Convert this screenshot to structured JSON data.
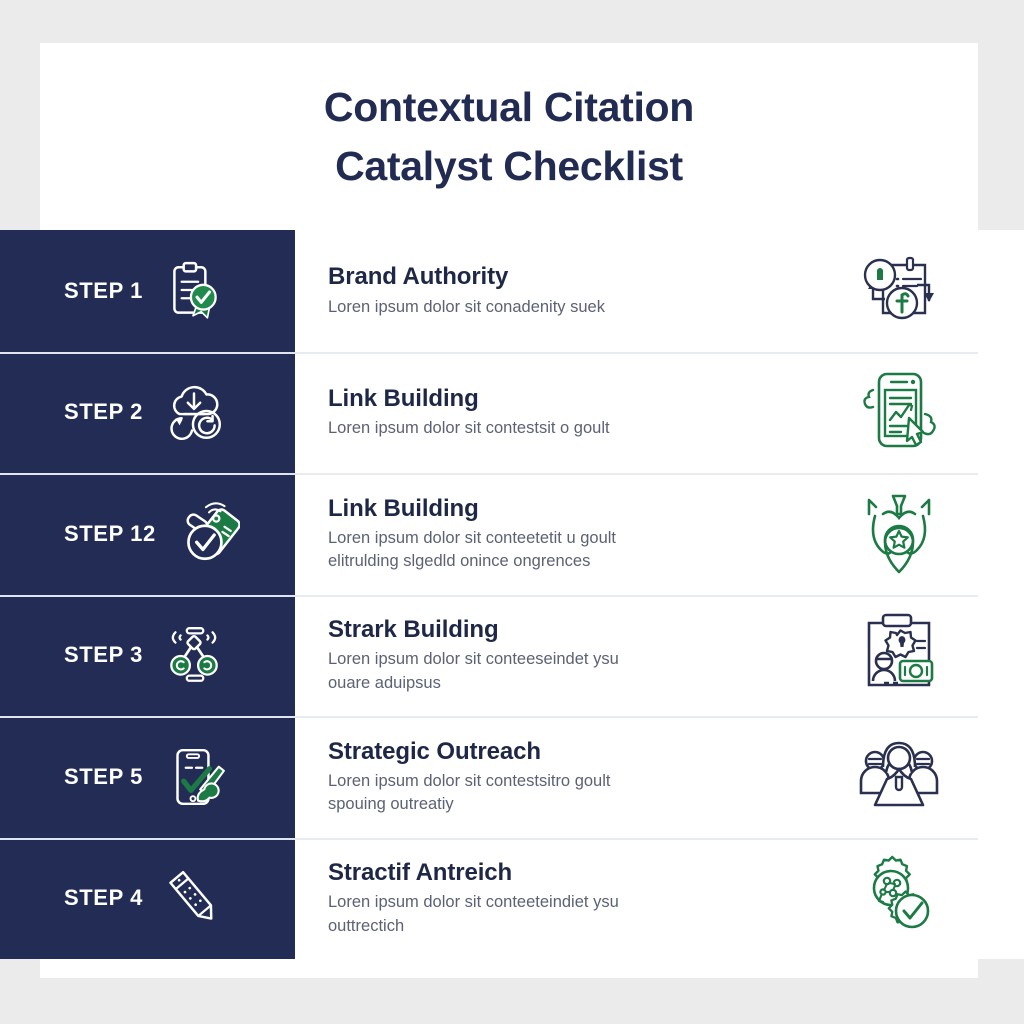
{
  "theme": {
    "navy": "#222c54",
    "green": "#1c7a44",
    "heading_navy": "#1e2746",
    "body_gray": "#5c6274",
    "card_white": "#ffffff",
    "page_gray": "#ebebeb",
    "separator": "#e9ecef"
  },
  "header": {
    "title_line1": "Contextual Citation",
    "title_line2": "Catalyst Checklist"
  },
  "rows": [
    {
      "step_label": "STEP 1",
      "step_icon": "clipboard-award-icon",
      "heading": "Brand Authority",
      "desc_line1": "Loren ipsum dolor sit conadenity suek",
      "desc_line2": "",
      "art_icon": "document-exchange-icon"
    },
    {
      "step_label": "STEP 2",
      "step_icon": "cloud-refresh-icon",
      "heading": "Link Building",
      "desc_line1": "Loren ipsum dolor sit contestsit o goult",
      "desc_line2": "",
      "art_icon": "mobile-report-click-icon"
    },
    {
      "step_label": "STEP 12",
      "step_icon": "tag-check-icon",
      "heading": "Link Building",
      "desc_line1": "Loren ipsum dolor sit conteetetit u goult",
      "desc_line2": "elitrulding slgedld onince ongrences",
      "art_icon": "award-medal-icon"
    },
    {
      "step_label": "STEP 3",
      "step_icon": "network-share-icon",
      "heading": "Strark Building",
      "desc_line1": "Loren ipsum dolor sit conteeseindet ysu",
      "desc_line2": "ouare aduipsus",
      "art_icon": "clipboard-profile-payment-icon"
    },
    {
      "step_label": "STEP 5",
      "step_icon": "mobile-check-pen-icon",
      "heading": "Strategic Outreach",
      "desc_line1": "Loren ipsum dolor sit contestsitro goult",
      "desc_line2": "spouing outreatiy",
      "art_icon": "team-group-icon"
    },
    {
      "step_label": "STEP 4",
      "step_icon": "pencil-icon",
      "heading": "Stractif Antreich",
      "desc_line1": "Loren ipsum dolor sit conteeteindiet ysu",
      "desc_line2": "outtrectich",
      "art_icon": "gears-check-icon"
    }
  ]
}
